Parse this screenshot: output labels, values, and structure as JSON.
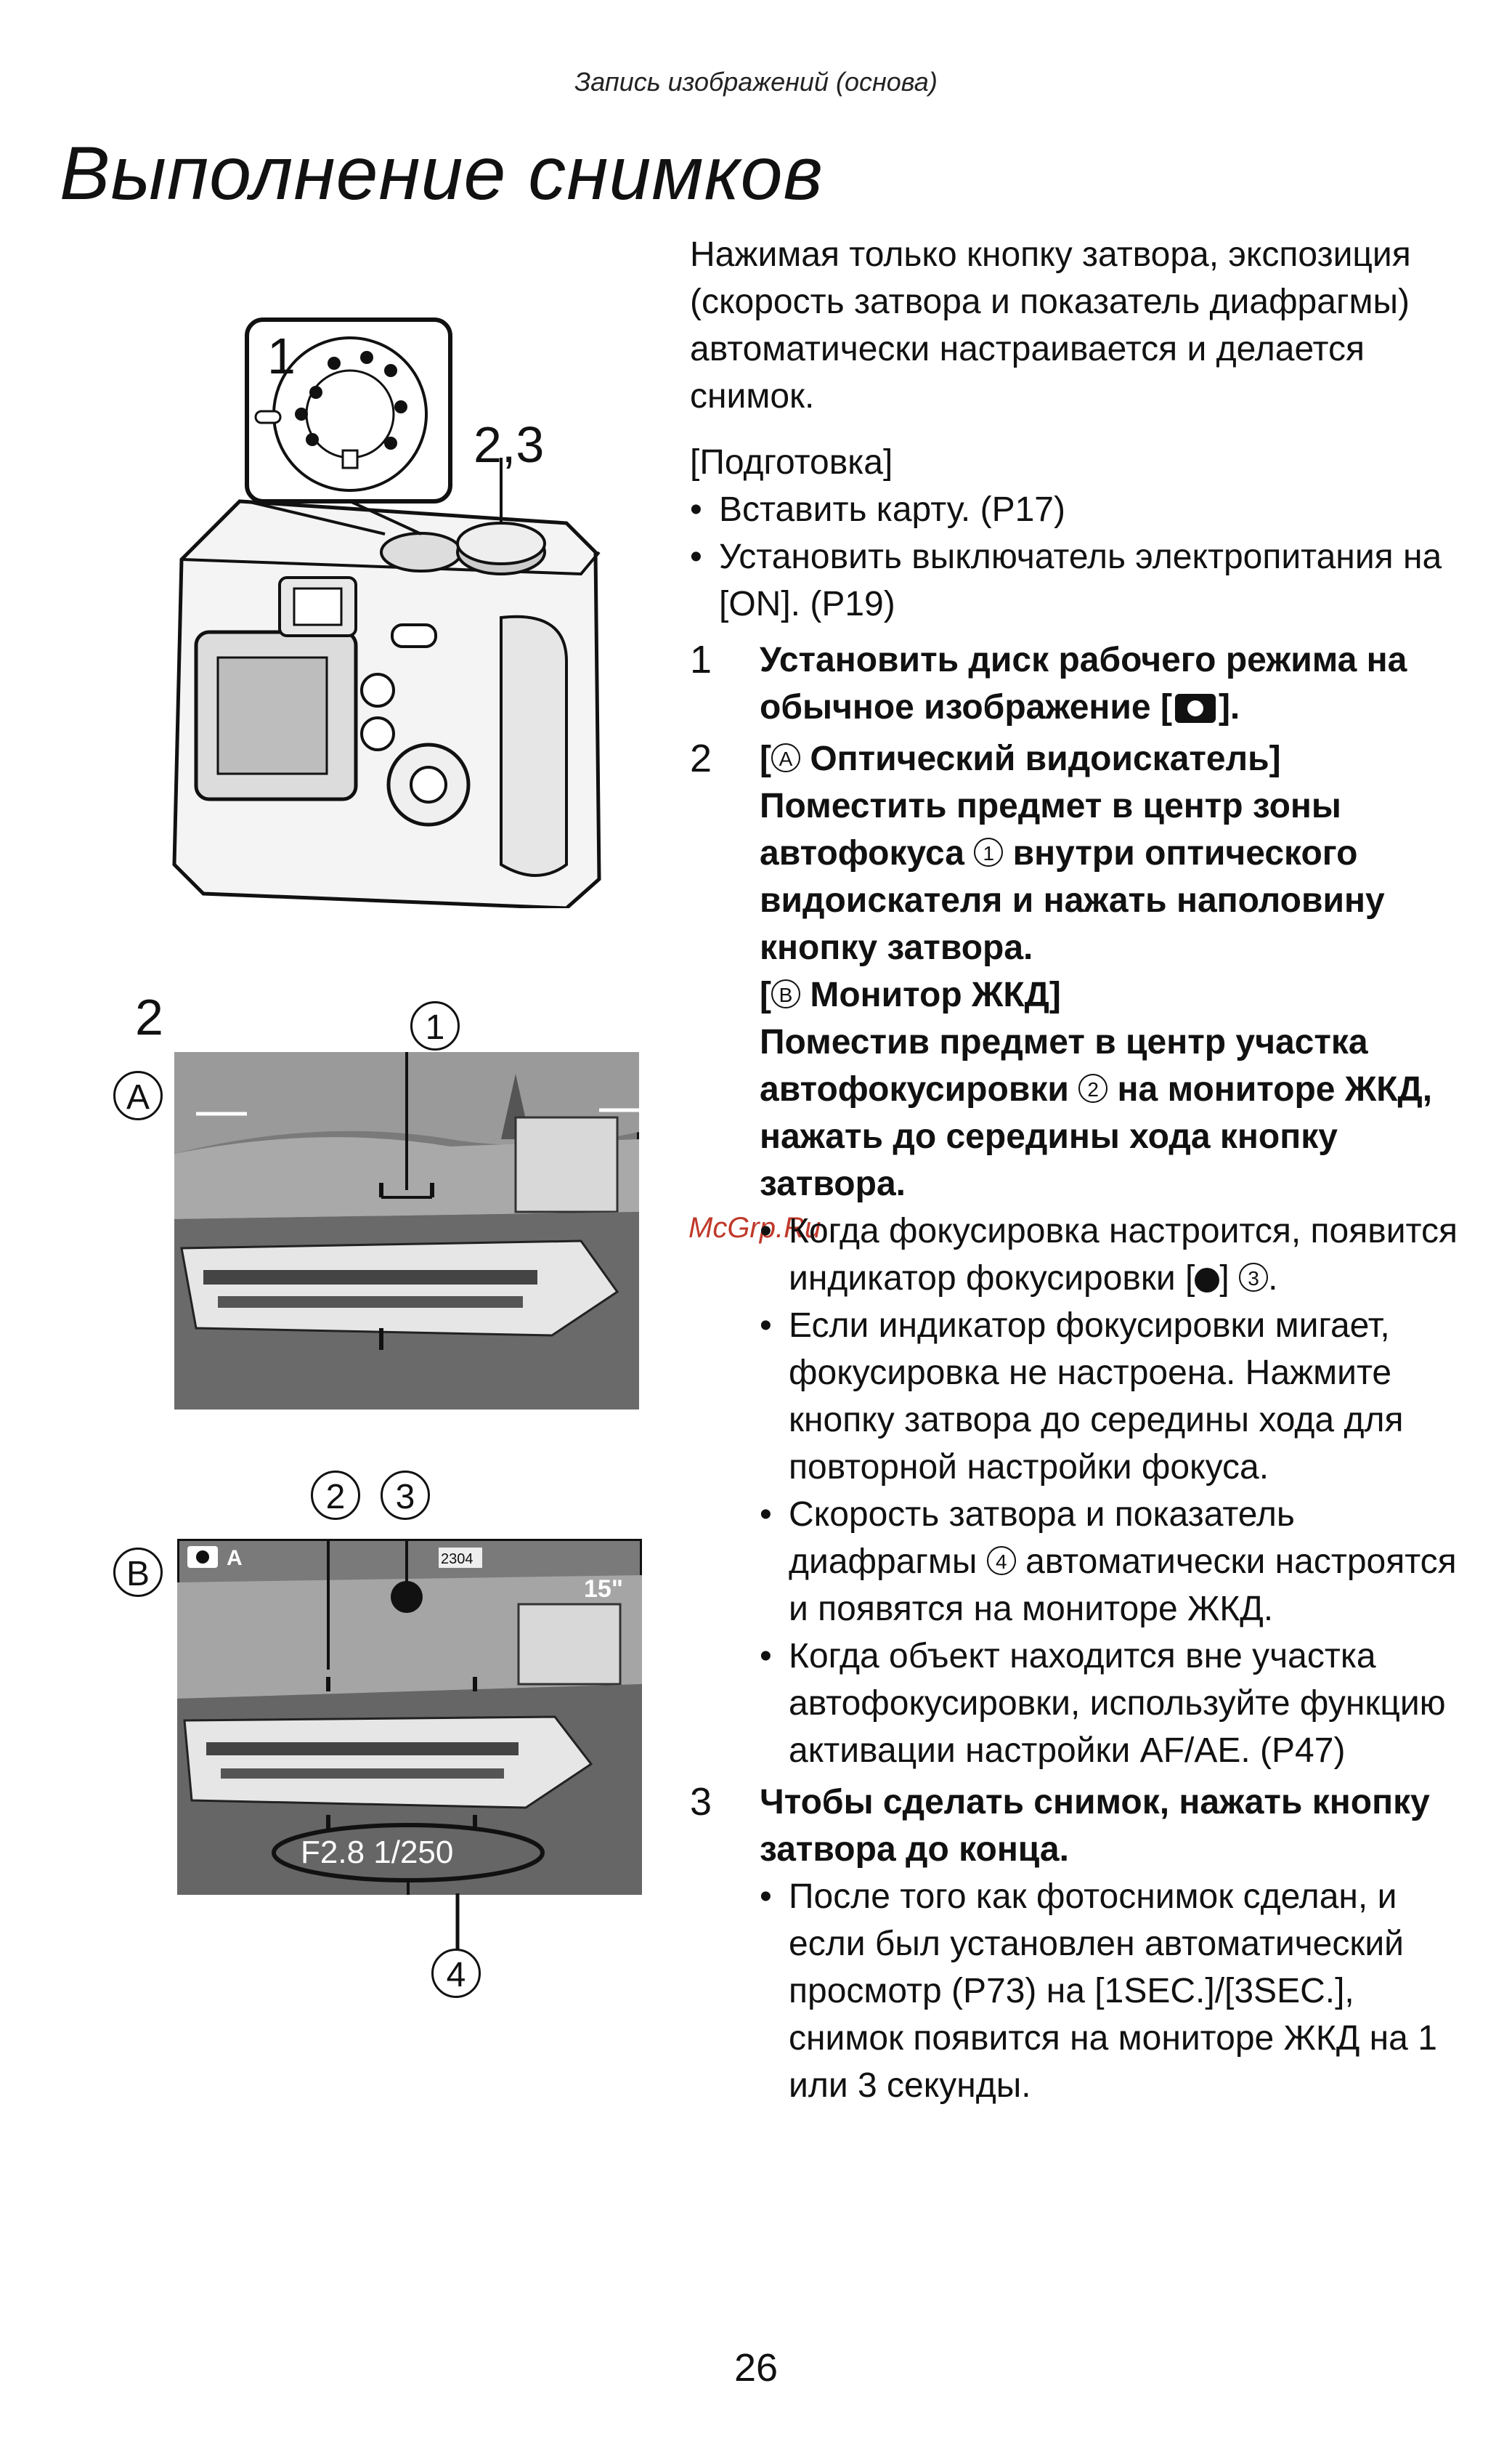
{
  "header": {
    "section": "Запись изображений (основа)"
  },
  "title": "Выполнение снимков",
  "watermark": "McGrp.Ru",
  "page_number": "26",
  "intro": "Нажимая только кнопку затвора, экспозиция (скорость затвора и показатель диафрагмы) автоматически настраивается и делается снимок.",
  "prep": {
    "heading": "[Подготовка]",
    "items": [
      "Вставить карту. (P17)",
      "Установить выключатель электропитания на [ON]. (P19)"
    ]
  },
  "steps": {
    "s1": {
      "num": "1",
      "text_a": "Установить диск рабочего режима на обычное изображение [",
      "text_b": "]."
    },
    "s2": {
      "num": "2",
      "a_tag": "A",
      "a_title": "Оптический видоискатель]",
      "a_text1": "Поместить предмет в центр зоны автофокуса",
      "a_c1": "1",
      "a_text2": "внутри оптического видоискателя и нажать наполовину кнопку затвора.",
      "b_tag": "B",
      "b_title": "Монитор ЖКД]",
      "b_text1": "Поместив предмет в центр участка автофокусировки",
      "b_c2": "2",
      "b_text2": "на мониторе ЖКД, нажать до середины хода кнопку затвора.",
      "bullet1_a": "Когда фокусировка настроится, появится индикатор фокусировки [",
      "bullet1_b": "]",
      "bullet1_c3": "3",
      "bullet1_end": ".",
      "bullet2": "Если индикатор фокусировки мигает, фокусировка не настроена. Нажмите кнопку затвора до середины хода для повторной настройки фокуса.",
      "bullet3_a": "Скорость затвора и показатель диафрагмы",
      "bullet3_c4": "4",
      "bullet3_b": "автоматически настроятся и появятся на мониторе ЖКД.",
      "bullet4": "Когда объект находится вне участка автофокусировки, используйте функцию активации настройки AF/AE. (P47)"
    },
    "s3": {
      "num": "3",
      "text": "Чтобы сделать снимок, нажать кнопку затвора до конца.",
      "bullet": "После того как фотоснимок сделан, и если был установлен автоматический просмотр (P73) на [1SEC.]/[3SEC.], снимок появится на мониторе ЖКД на 1 или 3 секунды."
    }
  },
  "figures": {
    "camera": {
      "label_dial": "1",
      "label_shutter": "2,3"
    },
    "fig_a": {
      "step": "2",
      "tag": "A",
      "callout1": "1"
    },
    "fig_b": {
      "tag": "B",
      "callout2": "2",
      "callout3": "3",
      "callout4": "4",
      "lcd_count": "2304",
      "lcd_time": "15\"",
      "lcd_exposure": "F2.8  1/250"
    }
  }
}
